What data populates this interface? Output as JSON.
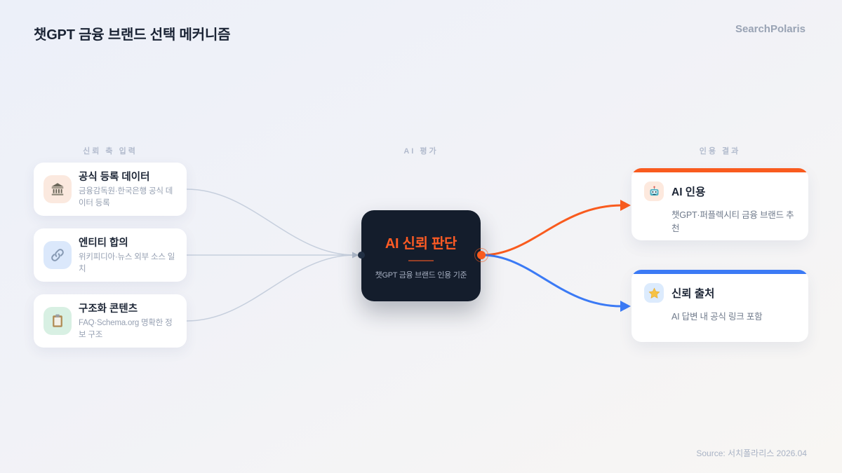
{
  "header": {
    "title": "챗GPT 금융 브랜드 선택 메커니즘",
    "brand": "SearchPolaris"
  },
  "columns": {
    "inputs_label": "신뢰 축 입력",
    "evaluation_label": "AI 평가",
    "results_label": "인용 결과"
  },
  "input_cards": [
    {
      "icon": "bank-icon",
      "title": "공식 등록 데이터",
      "desc": "금융감독원·한국은행 공식 데이터 등록",
      "icon_bg": "#fbe9df"
    },
    {
      "icon": "link-icon",
      "title": "엔티티 합의",
      "desc": "위키피디아·뉴스 외부 소스 일치",
      "icon_bg": "#dbe8fb"
    },
    {
      "icon": "clipboard-icon",
      "title": "구조화 콘텐츠",
      "desc": "FAQ·Schema.org 명확한 정보 구조",
      "icon_bg": "#d8f0e3"
    }
  ],
  "center_card": {
    "title": "AI 신뢰 판단",
    "desc": "챗GPT 금융 브랜드 인용 기준",
    "bg": "#141d2c",
    "title_color": "#ff5b24"
  },
  "result_cards": [
    {
      "icon": "robot-icon",
      "title": "AI 인용",
      "desc": "챗GPT·퍼플렉시티 금융 브랜드 추천",
      "accent": "#f95b1e",
      "icon_bg": "#fde9de"
    },
    {
      "icon": "star-icon",
      "title": "신뢰 출처",
      "desc": "AI 답변 내 공식 링크 포함",
      "accent": "#3b7af5",
      "icon_bg": "#dcebfd"
    }
  ],
  "footer": {
    "source": "Source: 서치폴라리스 2026.04"
  },
  "colors": {
    "background_start": "#ecf0f9",
    "background_end": "#f8f6f3",
    "title_text": "#1b2435",
    "muted_label": "#b2bbcd",
    "connector_gray": "#c6cfdd",
    "accent_orange": "#f95b1e",
    "accent_blue": "#3b7af5"
  }
}
